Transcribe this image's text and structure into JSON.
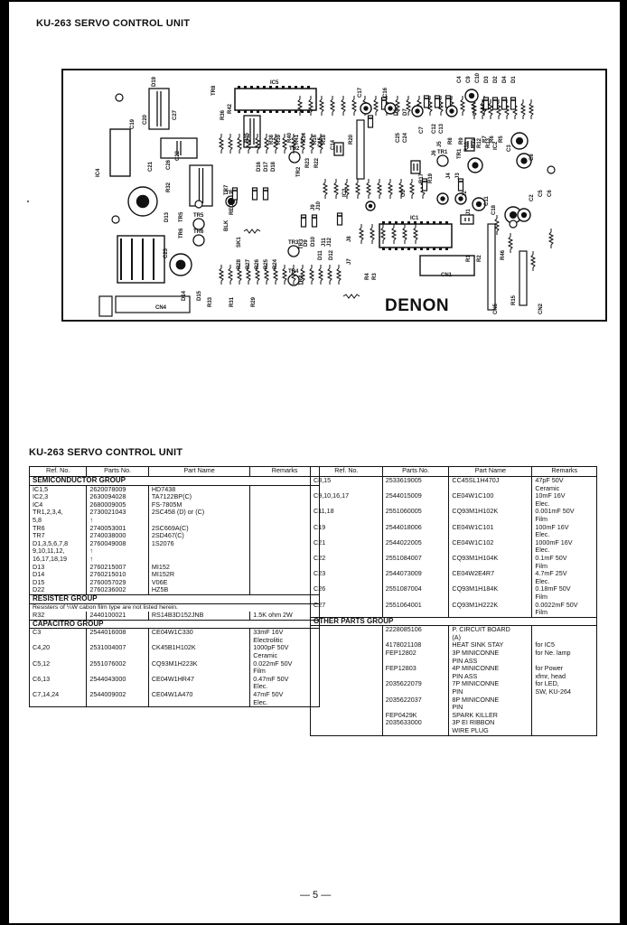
{
  "top_title": "KU-263 SERVO CONTROL UNIT",
  "board_brand": "DENON",
  "table_title": "KU-263 SERVO CONTROL UNIT",
  "headers": [
    "Ref. No.",
    "Parts No.",
    "Part Name",
    "Remarks"
  ],
  "left_groups": [
    {
      "title": "SEMICONDUCTOR GROUP",
      "rows": [
        [
          "IC1,5",
          "2620078009",
          "HD7438",
          ""
        ],
        [
          "IC2,3",
          "2630094028",
          "TA7122BP(C)",
          ""
        ],
        [
          "IC4",
          "2680009005",
          "FS-7805M",
          ""
        ],
        [
          "TR1,2,3,4,",
          "2730021043",
          "2SC458 (D) or (C)",
          ""
        ],
        [
          "5,8",
          "↑",
          "",
          ""
        ],
        [
          "TR6",
          "2740053001",
          "2SC669A(C)",
          ""
        ],
        [
          "TR7",
          "2740038000",
          "2SD467(C)",
          ""
        ],
        [
          "D1,3,5,6,7,8",
          "2760049008",
          "1S2076",
          ""
        ],
        [
          "9,10,11,12,",
          "↑",
          "",
          ""
        ],
        [
          "16,17,18,19",
          "↑",
          "",
          ""
        ],
        [
          "D13",
          "2760215007",
          "MI152",
          ""
        ],
        [
          "D14",
          "2760215010",
          "MI152R",
          ""
        ],
        [
          "D15",
          "2760057029",
          "V06E",
          ""
        ],
        [
          "D22",
          "2760236002",
          "HZ5B",
          ""
        ]
      ]
    },
    {
      "title": "RESISTER GROUP",
      "note": "Resisters of ¼W cabon film type are not listed herein.",
      "rows": [
        [
          "R32",
          "2440100021",
          "RS14B3D152JNB",
          "1.5K ohm 2W"
        ]
      ]
    },
    {
      "title": "CAPACITRO GROUP",
      "rows": [
        [
          "C3",
          "2544016008",
          "CE04W1C330",
          "33mF 16V"
        ],
        [
          "",
          "",
          "",
          "Electrolitic"
        ],
        [
          "C4,20",
          "2531004007",
          "CK45B1H102K",
          "1000pF 50V"
        ],
        [
          "",
          "",
          "",
          "Ceramic"
        ],
        [
          "C5,12",
          "2551076002",
          "CQ93M1H223K",
          "0.022mF 50V"
        ],
        [
          "",
          "",
          "",
          "Film"
        ],
        [
          "C6,13",
          "2544043000",
          "CE04W1HR47",
          "0.47mF 50V"
        ],
        [
          "",
          "",
          "",
          "Elec."
        ],
        [
          "C7,14,24",
          "2544009002",
          "CE04W1A470",
          "47mF 50V"
        ],
        [
          "",
          "",
          "",
          "Elec."
        ]
      ]
    }
  ],
  "right_rows": [
    [
      "C8,15",
      "2533619005",
      "CC45SL1H470J",
      "47pF 50V"
    ],
    [
      "",
      "",
      "",
      "Ceramic"
    ],
    [
      "C9,10,16,17",
      "2544015009",
      "CE04W1C100",
      "10mF 16V"
    ],
    [
      "",
      "",
      "",
      "Elec."
    ],
    [
      "C11,18",
      "2551060005",
      "CQ93M1H102K",
      "0.001mF 50V"
    ],
    [
      "",
      "",
      "",
      "Film"
    ],
    [
      "C19",
      "2544018006",
      "CE04W1C101",
      "100mF 16V"
    ],
    [
      "",
      "",
      "",
      "Elec."
    ],
    [
      "C21",
      "2544022005",
      "CE04W1C102",
      "1000mF 16V"
    ],
    [
      "",
      "",
      "",
      "Elec."
    ],
    [
      "C22",
      "2551084007",
      "CQ93M1H104K",
      "0.1mF 50V"
    ],
    [
      "",
      "",
      "",
      "Film"
    ],
    [
      "C23",
      "2544073009",
      "CE04W2E4R7",
      "4.7mF 25V"
    ],
    [
      "",
      "",
      "",
      "Elec."
    ],
    [
      "C26",
      "2551087004",
      "CQ93M1H184K",
      "0.18mF 50V"
    ],
    [
      "",
      "",
      "",
      "Film"
    ],
    [
      "C27",
      "2551064001",
      "CQ93M1H222K",
      "0.0022mF 50V"
    ],
    [
      "",
      "",
      "",
      "Film"
    ]
  ],
  "other_group": {
    "title": "OTHER PARTS GROUP",
    "rows": [
      [
        "",
        "2228085106",
        "P. CIRCUIT BOARD",
        ""
      ],
      [
        "",
        "",
        "(A)",
        ""
      ],
      [
        "",
        "4178021108",
        "HEAT SINK STAY",
        "for IC5"
      ],
      [
        "",
        "FEP12802",
        "3P MINICONNE",
        "for Ne. lamp"
      ],
      [
        "",
        "",
        "PIN ASS",
        ""
      ],
      [
        "",
        "FEP12803",
        "4P MINICONNE",
        "for Power"
      ],
      [
        "",
        "",
        "PIN ASS",
        "xfmr, head"
      ],
      [
        "",
        "2035622079",
        "7P MINICONNE",
        "for LED,"
      ],
      [
        "",
        "",
        "PIN",
        "SW, KU-264"
      ],
      [
        "",
        "2035622037",
        "8P MINICONNE",
        ""
      ],
      [
        "",
        "",
        "PIN",
        ""
      ],
      [
        "",
        "FEP0429K",
        "SPARK KILLER",
        ""
      ],
      [
        "",
        "2035633000",
        "3P EI RIBBON",
        ""
      ],
      [
        "",
        "",
        "WIRE PLUG",
        ""
      ]
    ]
  },
  "pcb_labels": {
    "top": [
      "IC5",
      "TR8",
      "D19",
      "R36",
      "R42",
      "R35",
      "R38",
      "R39",
      "R40",
      "R41",
      "R14",
      "R16",
      "R18",
      "C17",
      "C16",
      "R20",
      "D6",
      "D7",
      "C4",
      "C9",
      "C10",
      "D3",
      "D2",
      "D4",
      "D1",
      "R8",
      "R9",
      "R10",
      "R11",
      "R12",
      "R13"
    ],
    "mid": [
      "C26",
      "C27",
      "C21",
      "C22",
      "R32",
      "C19",
      "C20",
      "D18",
      "D17",
      "D16",
      "TR2",
      "R23",
      "R22",
      "C15",
      "C14",
      "IC3",
      "IC2",
      "R17",
      "R19",
      "TR1",
      "C3",
      "C8",
      "R7",
      "R6",
      "R5",
      "C1",
      "C2",
      "C5",
      "C6",
      "C7",
      "C11",
      "C12",
      "C13",
      "C18",
      "C24",
      "C25",
      "J1",
      "J2",
      "J3",
      "J4",
      "J5",
      "J6"
    ],
    "bottom": [
      "IC4",
      "TR5",
      "TR6",
      "D13",
      "D14",
      "D15",
      "C23",
      "SK1",
      "TR7",
      "RED",
      "BLK",
      "R31",
      "R29",
      "R28",
      "R27",
      "R26",
      "R25",
      "R24",
      "R33",
      "J7",
      "J8",
      "J9",
      "J10",
      "J11",
      "J12",
      "D9",
      "D10",
      "D11",
      "D12",
      "TR3",
      "TR4",
      "R4",
      "R3",
      "R1",
      "R2",
      "R15",
      "R46",
      "IC1",
      "CN1",
      "CN2",
      "CN3",
      "CN4",
      "CN5"
    ]
  },
  "page_number": "— 5 —"
}
